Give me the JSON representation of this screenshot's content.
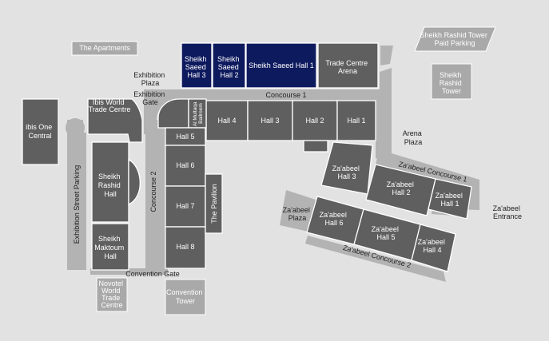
{
  "colors": {
    "background": "#e2e2e2",
    "hall": "#5f5f5f",
    "hall_selected": "#0e1a5e",
    "walkway": "#b3b3b3",
    "building": "#a9a9a9"
  },
  "halls": {
    "sheikh_saeed_3": [
      "Sheikh",
      "Saeed",
      "Hall 3"
    ],
    "sheikh_saeed_2": [
      "Sheikh",
      "Saeed",
      "Hall 2"
    ],
    "sheikh_saeed_1": [
      "Sheikh Saeed Hall 1"
    ],
    "trade_centre_arena": [
      "Trade Centre",
      "Arena"
    ],
    "hall_4": [
      "Hall 4"
    ],
    "hall_3": [
      "Hall 3"
    ],
    "hall_2": [
      "Hall 2"
    ],
    "hall_1": [
      "Hall 1"
    ],
    "hall_5": [
      "Hall 5"
    ],
    "hall_6": [
      "Hall 6"
    ],
    "hall_7": [
      "Hall 7"
    ],
    "hall_8": [
      "Hall 8"
    ],
    "the_pavilion": [
      "The Pavilion"
    ],
    "sheikh_rashid_hall": [
      "Sheikh",
      "Rashid",
      "Hall"
    ],
    "sheikh_maktoum_hall": [
      "Sheikh",
      "Maktoum",
      "Hall"
    ],
    "al_multaqa_ballroom": [
      "Al Multaqa",
      "Ballroom"
    ],
    "ibis_world_trade_centre": [
      "Ibis World",
      "Trade Centre"
    ],
    "ibis_one_central": [
      "ibis One",
      "Central"
    ],
    "zaabeel_hall_3": [
      "Za'abeel",
      "Hall 3"
    ],
    "zaabeel_hall_2": [
      "Za'abeel",
      "Hall 2"
    ],
    "zaabeel_hall_1": [
      "Za'abeel",
      "Hall 1"
    ],
    "zaabeel_hall_6": [
      "Za'abeel",
      "Hall 6"
    ],
    "zaabeel_hall_5": [
      "Za'abeel",
      "Hall 5"
    ],
    "zaabeel_hall_4": [
      "Za'abeel",
      "Hall 4"
    ]
  },
  "buildings": {
    "the_apartments": [
      "The Apartments"
    ],
    "sheikh_rashid_tower_paid_parking": [
      "Sheikh Rashid Tower",
      "Paid Parking"
    ],
    "sheikh_rashid_tower": [
      "Sheikh",
      "Rashid",
      "Tower"
    ],
    "novotel_world_trade_centre": [
      "Novotel",
      "World",
      "Trade",
      "Centre"
    ],
    "convention_tower": [
      "Convention",
      "Tower"
    ]
  },
  "labels": {
    "exhibition_plaza": [
      "Exhibition",
      "Plaza"
    ],
    "exhibition_gate": [
      "Exhibition",
      "Gate"
    ],
    "concourse_1": [
      "Concourse 1"
    ],
    "concourse_2": [
      "Concourse 2"
    ],
    "arena_plaza": [
      "Arena",
      "Plaza"
    ],
    "zaabeel_concourse_1": [
      "Za'abeel Concourse 1"
    ],
    "zaabeel_concourse_2": [
      "Za'abeel Concourse 2"
    ],
    "zaabeel_plaza": [
      "Za'abeel",
      "Plaza"
    ],
    "zaabeel_entrance": [
      "Za'abeel",
      "Entrance"
    ],
    "exhibition_street_parking": [
      "Exhibition Street Parking"
    ],
    "convention_gate": [
      "Convention Gate"
    ]
  }
}
